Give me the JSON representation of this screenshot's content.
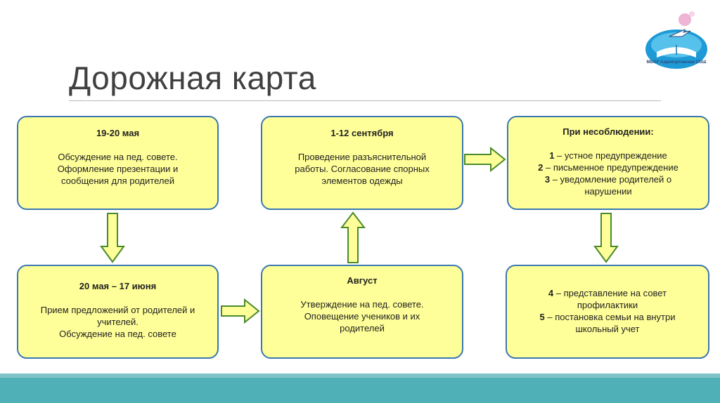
{
  "page": {
    "title": "Дорожная карта",
    "logo_caption": "МБОУ Аэропортовская СОШ"
  },
  "boxes": {
    "b1": {
      "head": "19-20 мая",
      "lines": [
        "Обсуждение на пед. совете.",
        "Оформление презентации и",
        "сообщения для родителей"
      ]
    },
    "b2": {
      "head": "20 мая – 17 июня",
      "lines": [
        "Прием предложений от родителей и",
        "учителей.",
        "Обсуждение на пед. совете"
      ]
    },
    "b3": {
      "head": "Август",
      "lines": [
        "Утверждение на пед. совете.",
        "Оповещение учеников и их",
        "родителей"
      ]
    },
    "b4": {
      "head": "1-12 сентября",
      "lines": [
        "Проведение разъяснительной",
        "работы. Согласование спорных",
        "элементов одежды"
      ]
    },
    "b5": {
      "head": "При несоблюдении:",
      "items": [
        {
          "num": "1",
          "text": " – устное предупреждение"
        },
        {
          "num": "2",
          "text": " – письменное предупреждение"
        },
        {
          "num": "3",
          "text": " – уведомление родителей о"
        }
      ],
      "tail": "нарушении"
    },
    "b6": {
      "items": [
        {
          "num": "4",
          "text": " – представление на совет"
        },
        {
          "num": "",
          "text": "профилактики"
        },
        {
          "num": "5",
          "text": " – постановка семьи на внутри"
        },
        {
          "num": "",
          "text": "школьный учет"
        }
      ]
    }
  },
  "colors": {
    "box_fill": "#ffff99",
    "box_border": "#3a78b0",
    "arrow_fill": "#ffff99",
    "arrow_stroke": "#4a8a2a",
    "band": "#4fb0b8"
  }
}
